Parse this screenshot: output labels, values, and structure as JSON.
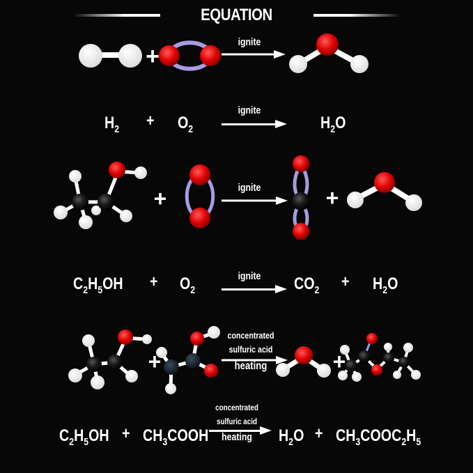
{
  "header": {
    "title": "EQUATION"
  },
  "reactions": [
    {
      "condition": "ignite",
      "formula": {
        "reactants": [
          "H₂",
          "O₂"
        ],
        "products": [
          "H₂O"
        ]
      }
    },
    {
      "condition": "ignite",
      "formula": {
        "reactants": [
          "C₂H₅OH",
          "O₂"
        ],
        "products": [
          "CO₂",
          "H₂O"
        ]
      }
    },
    {
      "condition_lines": [
        "concentrated",
        "sulfuric acid",
        "heating"
      ],
      "formula": {
        "reactants": [
          "C₂H₅OH",
          "CH₃COOH"
        ],
        "products": [
          "H₂O",
          "CH₃COOC₂H₅"
        ]
      }
    }
  ],
  "symbols": {
    "plus": "+"
  },
  "colors": {
    "background": "#070707",
    "hydrogen": "#ffffff",
    "oxygen": "#e00000",
    "carbon": "#151515",
    "double_bond": "#a79be0",
    "text": "#ffffff"
  }
}
